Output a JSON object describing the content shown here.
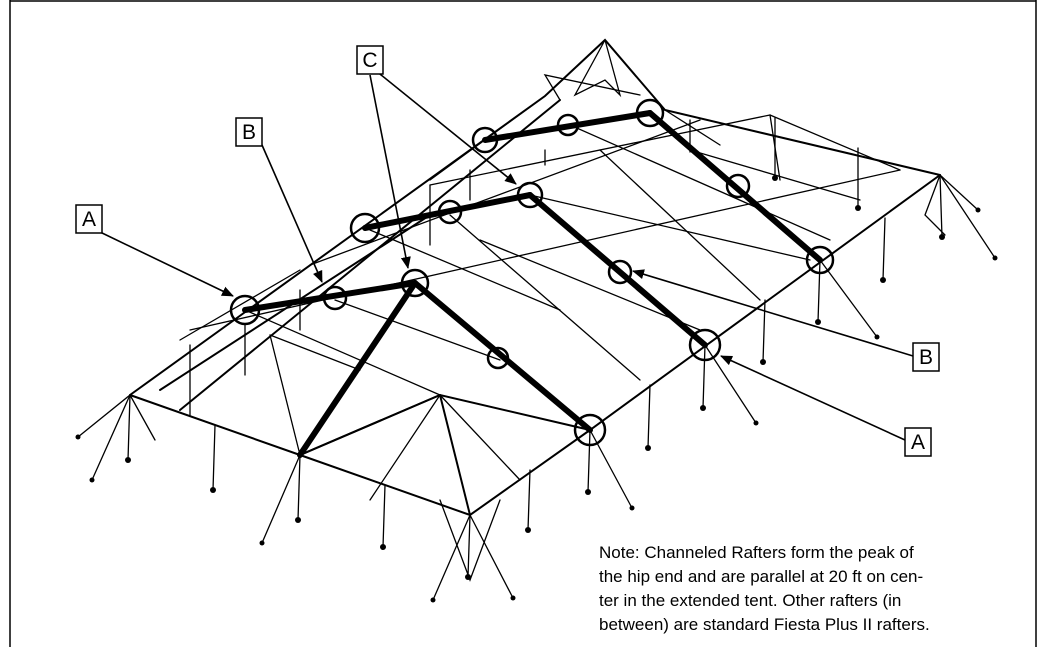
{
  "callouts": {
    "a_left": "A",
    "b_left": "B",
    "c_top": "C",
    "b_right": "B",
    "a_right": "A"
  },
  "note": {
    "lines": [
      "Note:  Channeled Rafters form the peak of",
      "the hip end and are parallel at 20 ft on cen-",
      "ter in the extended tent.   Other rafters (in",
      "between) are standard Fiesta Plus II rafters."
    ]
  },
  "colors": {
    "line": "#000000",
    "background": "#ffffff"
  }
}
